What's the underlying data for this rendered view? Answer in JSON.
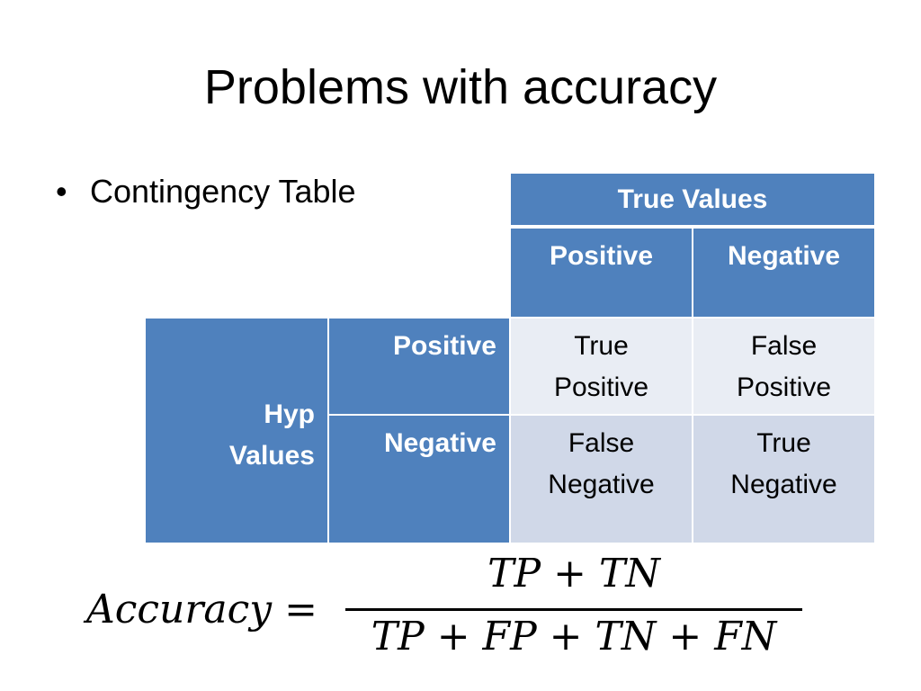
{
  "slide": {
    "title": "Problems with accuracy",
    "bullet": "Contingency Table",
    "bullet_marker": "•"
  },
  "table": {
    "true_values_header": "True Values",
    "col_positive": "Positive",
    "col_negative": "Negative",
    "hyp_values_line1": "Hyp",
    "hyp_values_line2": "Values",
    "row_positive": "Positive",
    "row_negative": "Negative",
    "tp_line1": "True",
    "tp_line2": "Positive",
    "fp_line1": "False",
    "fp_line2": "Positive",
    "fn_line1": "False",
    "fn_line2": "Negative",
    "tn_line1": "True",
    "tn_line2": "Negative"
  },
  "formula": {
    "lhs": "Accuracy =",
    "numerator": "TP + TN",
    "denominator": "TP + FP + TN + FN"
  },
  "colors": {
    "header_blue": "#4f81bd",
    "cell_light_1": "#e9edf4",
    "cell_light_2": "#d0d8e8"
  }
}
